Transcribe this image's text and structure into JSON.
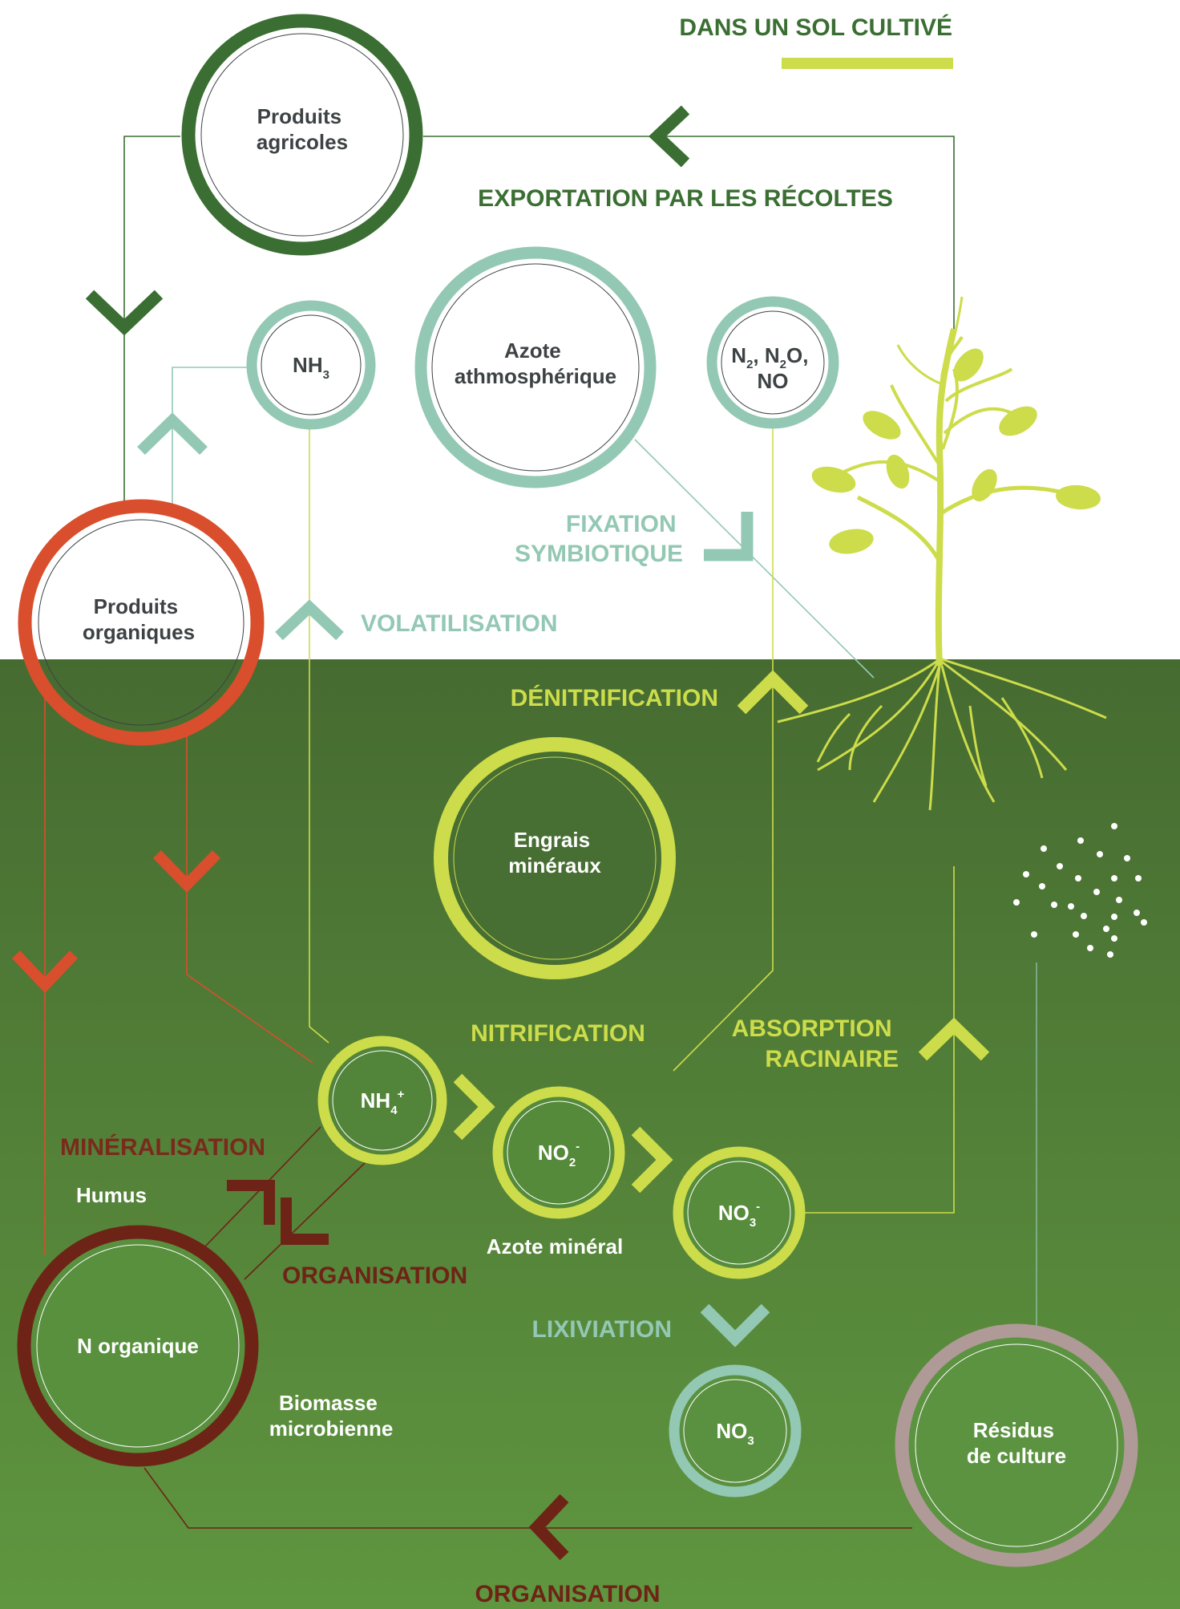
{
  "title": "DANS UN SOL CULTIVÉ",
  "nodes": {
    "produits_agricoles": [
      "Produits",
      "agricoles"
    ],
    "nh3": {
      "base": "NH",
      "sub": "3"
    },
    "azote_atmospherique": [
      "Azote",
      "athmosphérique"
    ],
    "n2_n2o_no": {
      "line1": [
        "N",
        "2",
        ", N",
        "2",
        "O,"
      ],
      "line2": "NO"
    },
    "produits_organiques": [
      "Produits",
      "organiques"
    ],
    "engrais_mineraux": [
      "Engrais",
      "minéraux"
    ],
    "nh4": {
      "base": "NH",
      "sub": "4",
      "sup": "+"
    },
    "no2": {
      "base": "NO",
      "sub": "2",
      "sup": "-"
    },
    "no3_mineral": {
      "base": "NO",
      "sub": "3",
      "sup": "-"
    },
    "no3_leached": {
      "base": "NO",
      "sub": "3"
    },
    "n_organique": "N organique",
    "residus_culture": [
      "Résidus",
      "de culture"
    ]
  },
  "labels": {
    "exportation": "EXPORTATION PAR LES RÉCOLTES",
    "fixation": [
      "FIXATION",
      "SYMBIOTIQUE"
    ],
    "volatilisation": "VOLATILISATION",
    "denitrification": "DÉNITRIFICATION",
    "nitrification": "NITRIFICATION",
    "absorption": [
      "ABSORPTION",
      "RACINAIRE"
    ],
    "mineralisation": "MINÉRALISATION",
    "humus": "Humus",
    "organisation_mid": "ORGANISATION",
    "azote_mineral": "Azote minéral",
    "lixiviation": "LIXIVIATION",
    "biomasse": [
      "Biomasse",
      "microbienne"
    ],
    "organisation_bottom": "ORGANISATION"
  },
  "colors": {
    "dark_green": "#3a6e32",
    "lime": "#cddc4a",
    "teal": "#93c8b4",
    "orange": "#d94e2c",
    "brown": "#6e2317",
    "mauve": "#b09a98",
    "soil_top": "#466b31",
    "soil_bottom": "#5f963f",
    "dark_text": "#3d4345"
  }
}
